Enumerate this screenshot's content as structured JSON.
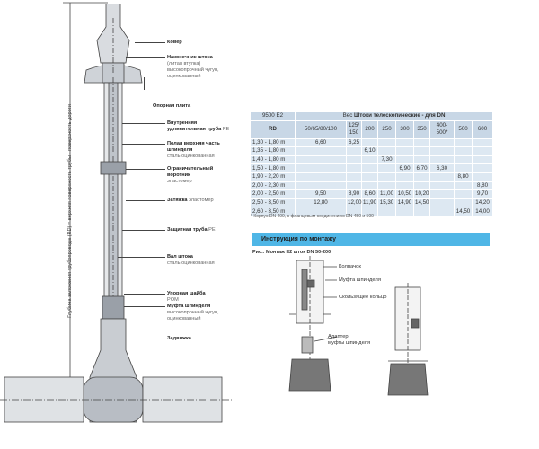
{
  "dimension_label": "Глубина заложения трубопровода (RD) = верхняя поверхность трубы - поверхность дороги",
  "labels": [
    {
      "title": "Ковер",
      "sub": []
    },
    {
      "title": "Наконечник штока",
      "sub": [
        "(литая втулка)",
        "высокопрочный чугун,",
        "оцинкованный"
      ]
    },
    {
      "title": "Опорная плита",
      "sub": []
    },
    {
      "title": "Внутренняя",
      "title2": "удлинительная труба",
      "suffix": "PE",
      "sub": []
    },
    {
      "title": "Полая верхняя часть",
      "title2": "шпинделя",
      "sub": [
        "сталь оцинкованная"
      ]
    },
    {
      "title": "Ограничительный",
      "title2": "воротник",
      "sub": [
        "эластомер"
      ]
    },
    {
      "title": "Затяжка",
      "suffix": "эластомер",
      "sub": []
    },
    {
      "title": "Защитная труба",
      "suffix": "PE",
      "sub": []
    },
    {
      "title": "Вал штока",
      "sub": [
        "сталь оцинкованная"
      ]
    },
    {
      "title": "Упорная шайба",
      "sub": [
        "POM"
      ]
    },
    {
      "title": "Муфта шпинделя",
      "sub": [
        "высокопрочный чугун,",
        "оцинкованный"
      ]
    },
    {
      "title": "Задвижка",
      "sub": []
    }
  ],
  "table": {
    "model": "9500 E2",
    "header_prefix": "Вес ",
    "header_title": "Штоки телескопические - для DN",
    "columns": [
      "RD",
      "50/65/80/100",
      "125/ 150",
      "200",
      "250",
      "300",
      "350",
      "400- 500*",
      "500",
      "600"
    ],
    "rows": [
      [
        "1,30 - 1,80 m",
        "6,60",
        "6,25",
        "",
        "",
        "",
        "",
        "",
        "",
        ""
      ],
      [
        "1,35 - 1,80 m",
        "",
        "",
        "6,10",
        "",
        "",
        "",
        "",
        "",
        ""
      ],
      [
        "1,40 - 1,80 m",
        "",
        "",
        "",
        "7,30",
        "",
        "",
        "",
        "",
        ""
      ],
      [
        "1,50 - 1,80 m",
        "",
        "",
        "",
        "",
        "6,90",
        "6,70",
        "6,30",
        "",
        ""
      ],
      [
        "1,90 - 2,20 m",
        "",
        "",
        "",
        "",
        "",
        "",
        "",
        "8,80",
        ""
      ],
      [
        "2,00 - 2,30 m",
        "",
        "",
        "",
        "",
        "",
        "",
        "",
        "",
        "8,80"
      ],
      [
        "2,00 - 2,50 m",
        "9,50",
        "8,90",
        "8,60",
        "11,00",
        "10,50",
        "10,20",
        "",
        "",
        "9,70"
      ],
      [
        "2,50 - 3,50 m",
        "12,80",
        "12,00",
        "11,90",
        "15,30",
        "14,90",
        "14,50",
        "",
        "",
        "14,20"
      ],
      [
        "2,60 - 3,50 m",
        "",
        "",
        "",
        "",
        "",
        "",
        "",
        "14,50",
        "14,00"
      ]
    ],
    "footnote": "* Корпус DN 400, с фланцевым соединением DN 450 и 500"
  },
  "instructions": {
    "banner": "Инструкция по монтажу",
    "caption": "Рис.: Монтаж E2 шток DN 50-200",
    "labels": [
      "Колпачок",
      "Муфта шпинделя",
      "Скользящее кольцо",
      "Адаптер",
      "муфты шпинделя"
    ]
  }
}
